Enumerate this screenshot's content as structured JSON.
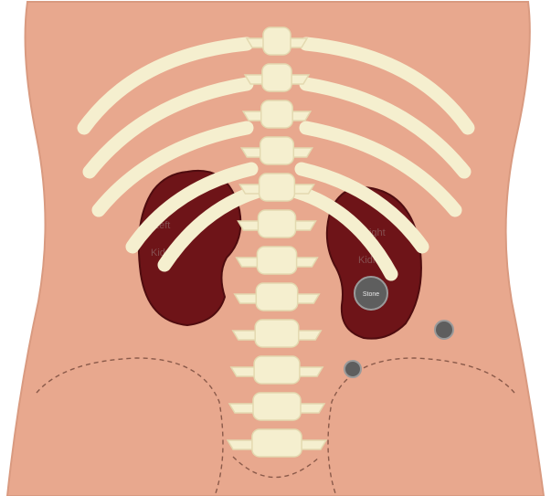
{
  "colors": {
    "background": "#ffffff",
    "skin": "#e8a88e",
    "skin_edge": "#d99a80",
    "bone": "#f5efcf",
    "bone_edge": "#e3d9b0",
    "kidney": "#6e1418",
    "kidney_edge": "#4f0c0f",
    "marker": "#5e5e5e",
    "dashed_line": "#8a5a4a"
  },
  "labels": {
    "left_kidney": [
      "Left",
      "Kidney"
    ],
    "right_kidney": [
      "Right",
      "Kidney"
    ],
    "stone_marker": "Stone"
  },
  "icons": [
    "torso-icon",
    "spine-icon",
    "rib-icon",
    "kidney-icon",
    "stone-marker-icon"
  ]
}
